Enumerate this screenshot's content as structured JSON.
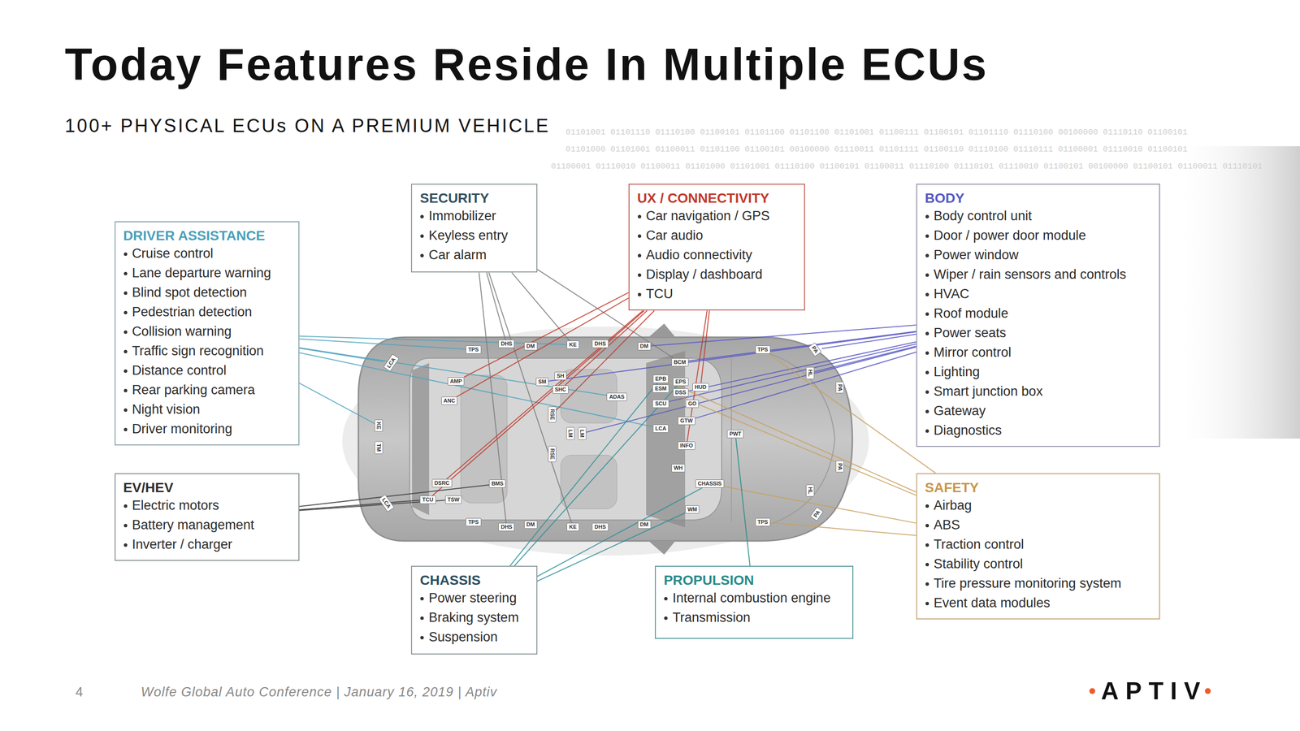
{
  "diagram": {
    "title": "Today Features Reside In Multiple ECUs",
    "nodes": [
      {
        "text": [
          "DRIVER ASSISTANCE",
          "Cruise control",
          "Lane departure warning",
          "Blind spot detection",
          "Pedestrian detection",
          "Collision warning",
          "Traffic sign recognition",
          "Distance control",
          "Rear parking camera",
          "Night vision",
          "Driver monitoring"
        ]
      },
      {
        "text": [
          "SECURITY",
          "Immobilizer",
          "Keyless entry",
          "Car alarm"
        ]
      },
      {
        "text": [
          "UX / CONNECTIVITY",
          "Car navigation / GPS",
          "Car audio",
          "Audio connectivity",
          "Display / dashboard",
          "TCU"
        ]
      },
      {
        "text": [
          "BODY",
          "Body control unit",
          "Door / power door module",
          "Power window",
          "Wiper / rain sensors and controls",
          "HVAC",
          "Roof module",
          "Power seats",
          "Mirror control",
          "Lighting",
          "Smart junction box",
          "Gateway",
          "Diagnostics"
        ]
      },
      {
        "text": [
          "EV/HEV",
          "Electric motors",
          "Battery management",
          "Inverter / charger"
        ]
      },
      {
        "text": [
          "SAFETY",
          "Airbag",
          "ABS",
          "Traction control",
          "Stability control",
          "Tire pressure monitoring system",
          "Event data modules"
        ]
      },
      {
        "text": [
          "CHASSIS",
          "Power steering",
          "Braking system",
          "Suspension"
        ]
      },
      {
        "text": [
          "PROPULSION",
          "Internal combustion engine",
          "Transmission"
        ]
      },
      {
        "text": [
          "LCA"
        ]
      },
      {
        "text": [
          "TPS"
        ]
      },
      {
        "text": [
          "DHS"
        ]
      },
      {
        "text": [
          "DM"
        ]
      },
      {
        "text": [
          "KE"
        ]
      },
      {
        "text": [
          "DHS"
        ]
      },
      {
        "text": [
          "DM"
        ]
      },
      {
        "text": [
          "AMP"
        ]
      },
      {
        "text": [
          "ANC"
        ]
      },
      {
        "text": [
          "SM"
        ]
      },
      {
        "text": [
          "SH"
        ]
      },
      {
        "text": [
          "SHC"
        ]
      },
      {
        "text": [
          "ADAS"
        ]
      },
      {
        "text": [
          "RSE"
        ]
      },
      {
        "text": [
          "LM"
        ]
      },
      {
        "text": [
          "LM"
        ]
      },
      {
        "text": [
          "RSE"
        ]
      },
      {
        "text": [
          "BCM"
        ]
      },
      {
        "text": [
          "EPB"
        ]
      },
      {
        "text": [
          "EPS"
        ]
      },
      {
        "text": [
          "HUD"
        ]
      },
      {
        "text": [
          "ESM"
        ]
      },
      {
        "text": [
          "DSS"
        ]
      },
      {
        "text": [
          "SCU"
        ]
      },
      {
        "text": [
          "GO"
        ]
      },
      {
        "text": [
          "GTW"
        ]
      },
      {
        "text": [
          "LCA"
        ]
      },
      {
        "text": [
          "INFO"
        ]
      },
      {
        "text": [
          "WH"
        ]
      },
      {
        "text": [
          "PWT"
        ]
      },
      {
        "text": [
          "CHASSIS"
        ]
      },
      {
        "text": [
          "WM"
        ]
      },
      {
        "text": [
          "KE"
        ]
      },
      {
        "text": [
          "TM"
        ]
      },
      {
        "text": [
          "DSRC"
        ]
      },
      {
        "text": [
          "BMS"
        ]
      },
      {
        "text": [
          "TCU"
        ]
      },
      {
        "text": [
          "TSW"
        ]
      },
      {
        "text": [
          "LCA"
        ]
      },
      {
        "text": [
          "TPS"
        ]
      },
      {
        "text": [
          "DHS"
        ]
      },
      {
        "text": [
          "DM"
        ]
      },
      {
        "text": [
          "KE"
        ]
      },
      {
        "text": [
          "DHS"
        ]
      },
      {
        "text": [
          "DM"
        ]
      },
      {
        "text": [
          "TPS"
        ]
      },
      {
        "text": [
          "PA"
        ]
      },
      {
        "text": [
          "HL"
        ]
      },
      {
        "text": [
          "PA"
        ]
      },
      {
        "text": [
          "PA"
        ]
      },
      {
        "text": [
          "HL"
        ]
      },
      {
        "text": [
          "PA"
        ]
      },
      {
        "text": [
          "TPS"
        ]
      }
    ],
    "edges": [
      {
        "from": 0,
        "to": 8,
        "arrow": "none"
      },
      {
        "from": 0,
        "to": 9,
        "arrow": "none"
      },
      {
        "from": 0,
        "to": 12,
        "arrow": "none"
      },
      {
        "from": 0,
        "to": 20,
        "arrow": "none"
      },
      {
        "from": 0,
        "to": 34,
        "arrow": "none"
      },
      {
        "from": 0,
        "to": 40,
        "arrow": "none"
      },
      {
        "from": 1,
        "to": 10,
        "arrow": "none"
      },
      {
        "from": 1,
        "to": 12,
        "arrow": "none"
      },
      {
        "from": 1,
        "to": 50,
        "arrow": "none"
      },
      {
        "from": 1,
        "to": 48,
        "arrow": "none"
      },
      {
        "from": 1,
        "to": 25,
        "arrow": "none"
      },
      {
        "from": 2,
        "to": 15,
        "arrow": "none"
      },
      {
        "from": 2,
        "to": 16,
        "arrow": "none"
      },
      {
        "from": 2,
        "to": 19,
        "arrow": "none"
      },
      {
        "from": 2,
        "to": 21,
        "arrow": "none"
      },
      {
        "from": 2,
        "to": 44,
        "arrow": "none"
      },
      {
        "from": 2,
        "to": 28,
        "arrow": "none"
      },
      {
        "from": 2,
        "to": 35,
        "arrow": "none"
      },
      {
        "from": 2,
        "to": 42,
        "arrow": "none"
      },
      {
        "from": 3,
        "to": 14,
        "arrow": "none"
      },
      {
        "from": 3,
        "to": 25,
        "arrow": "none"
      },
      {
        "from": 3,
        "to": 33,
        "arrow": "none"
      },
      {
        "from": 3,
        "to": 23,
        "arrow": "none"
      },
      {
        "from": 3,
        "to": 55,
        "arrow": "none"
      },
      {
        "from": 3,
        "to": 54,
        "arrow": "none"
      },
      {
        "from": 3,
        "to": 17,
        "arrow": "none"
      },
      {
        "from": 3,
        "to": 31,
        "arrow": "none"
      },
      {
        "from": 3,
        "to": 30,
        "arrow": "none"
      },
      {
        "from": 4,
        "to": 43,
        "arrow": "none"
      },
      {
        "from": 4,
        "to": 45,
        "arrow": "none"
      },
      {
        "from": 4,
        "to": 44,
        "arrow": "none"
      },
      {
        "from": 5,
        "to": 53,
        "arrow": "none"
      },
      {
        "from": 5,
        "to": 60,
        "arrow": "none"
      },
      {
        "from": 5,
        "to": 26,
        "arrow": "none"
      },
      {
        "from": 5,
        "to": 29,
        "arrow": "none"
      },
      {
        "from": 5,
        "to": 38,
        "arrow": "none"
      },
      {
        "from": 6,
        "to": 27,
        "arrow": "none"
      },
      {
        "from": 6,
        "to": 26,
        "arrow": "none"
      },
      {
        "from": 6,
        "to": 38,
        "arrow": "none"
      },
      {
        "from": 6,
        "to": 39,
        "arrow": "none"
      },
      {
        "from": 7,
        "to": 37,
        "arrow": "none"
      }
    ],
    "labels": [
      "100+ PHYSICAL ECUs ON A PREMIUM VEHICLE",
      "4",
      "Wolfe Global Auto Conference | January 16, 2019 | Aptiv",
      "APTIV",
      "01101001 01101110 01110100 01100101 01101100 01101100 01101001 01100111 01100101 01101110 01110100 00100000 01110110 01100101",
      "01101000 01101001 01100011 01101100 01100101 00100000 01110011 01101111 01100110 01110100 01110111 01100001 01110010 01100101",
      "01100001 01110010 01100011 01101000 01101001 01110100 01100101 01100011 01110100 01110101 01110010 01100101 00100000 01100101 01100011 01110101"
    ]
  }
}
